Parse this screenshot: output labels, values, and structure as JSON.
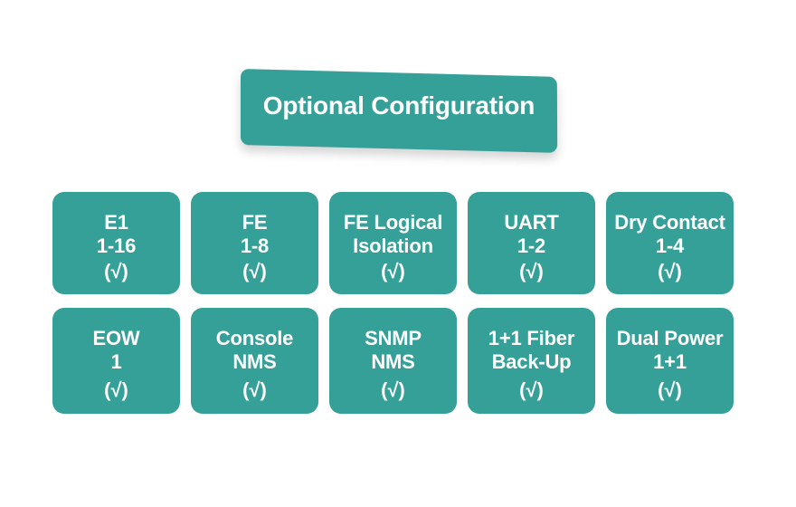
{
  "theme": {
    "background": "#ffffff",
    "accent_teal": "#35A098",
    "text_on_accent": "#ffffff"
  },
  "banner": {
    "title": "Optional Configuration"
  },
  "grid": {
    "check_symbol": "(√)",
    "rows": [
      {
        "cells": [
          {
            "lines": [
              "E1",
              "1-16"
            ],
            "check": "(√)"
          },
          {
            "lines": [
              "FE",
              "1-8"
            ],
            "check": "(√)"
          },
          {
            "lines": [
              "FE Logical",
              "Isolation"
            ],
            "check": "(√)"
          },
          {
            "lines": [
              "UART",
              "1-2"
            ],
            "check": "(√)"
          },
          {
            "lines": [
              "Dry Contact",
              "1-4"
            ],
            "check": "(√)"
          }
        ]
      },
      {
        "cells": [
          {
            "lines": [
              "EOW",
              "1"
            ],
            "check": "(√)"
          },
          {
            "lines": [
              "Console",
              "NMS"
            ],
            "check": "(√)"
          },
          {
            "lines": [
              "SNMP",
              "NMS"
            ],
            "check": "(√)"
          },
          {
            "lines": [
              "1+1 Fiber",
              "Back-Up"
            ],
            "check": "(√)"
          },
          {
            "lines": [
              "Dual Power",
              "1+1"
            ],
            "check": "(√)"
          }
        ]
      }
    ]
  }
}
